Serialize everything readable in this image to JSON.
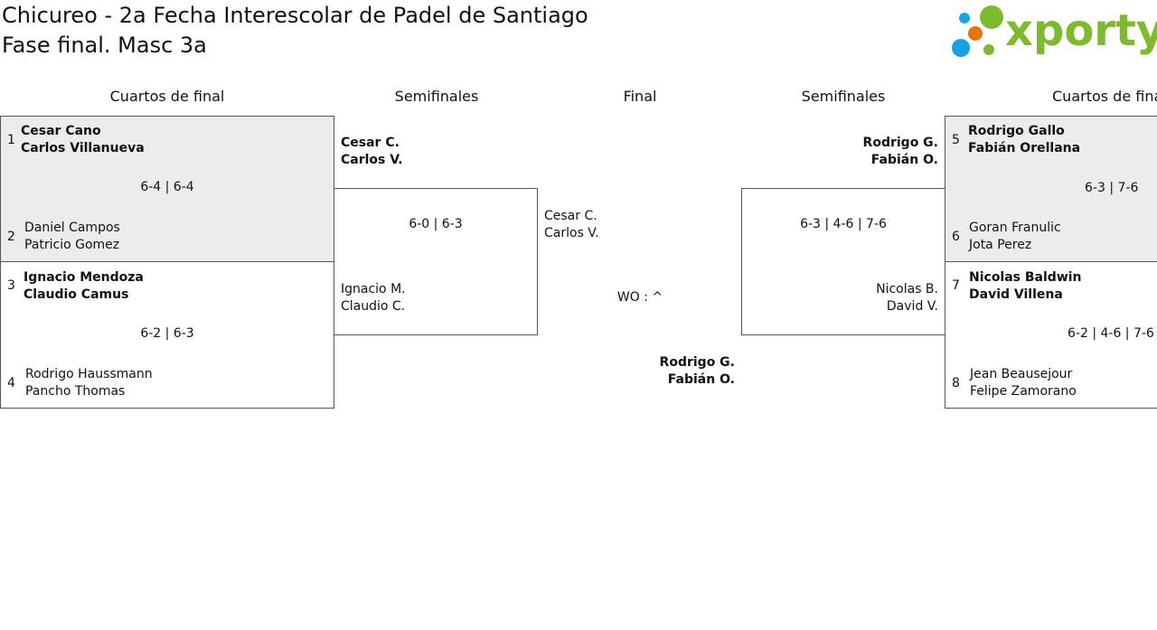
{
  "header": {
    "title": "Chicureo - 2a Fecha Interescolar de Padel de Santiago",
    "subtitle": "Fase final. Masc 3a",
    "logo_text": "xporty",
    "logo_colors": {
      "blue": "#1aa0e8",
      "orange": "#e8740f",
      "green": "#7dba2d"
    }
  },
  "columns": {
    "qf_left": "Cuartos de final",
    "sf_left": "Semifinales",
    "final": "Final",
    "sf_right": "Semifinales",
    "qf_right": "Cuartos de final"
  },
  "quarterfinals": [
    {
      "seed_top": "1",
      "top": [
        "Cesar Cano",
        "Carlos Villanueva"
      ],
      "score": "6-4 | 6-4",
      "seed_bottom": "2",
      "bottom": [
        "Daniel Campos",
        "Patricio Gomez"
      ]
    },
    {
      "seed_top": "3",
      "top": [
        "Ignacio Mendoza",
        "Claudio Camus"
      ],
      "score": "6-2 | 6-3",
      "seed_bottom": "4",
      "bottom": [
        "Rodrigo Haussmann",
        "Pancho Thomas"
      ]
    },
    {
      "seed_top": "5",
      "top": [
        "Rodrigo Gallo",
        "Fabián Orellana"
      ],
      "score": "6-3 | 7-6",
      "seed_bottom": "6",
      "bottom": [
        "Goran Franulic",
        "Jota Perez"
      ]
    },
    {
      "seed_top": "7",
      "top": [
        "Nicolas Baldwin",
        "David Villena"
      ],
      "score": "6-2 | 4-6 | 7-6",
      "seed_bottom": "8",
      "bottom": [
        "Jean Beausejour",
        "Felipe Zamorano"
      ]
    }
  ],
  "semifinals": [
    {
      "top": [
        "Cesar C.",
        "Carlos V."
      ],
      "score": "6-0 | 6-3",
      "bottom": [
        "Ignacio M.",
        "Claudio C."
      ]
    },
    {
      "top": [
        "Rodrigo G.",
        "Fabián O."
      ],
      "score": "6-3 | 4-6 | 7-6",
      "bottom": [
        "Nicolas B.",
        "David V."
      ]
    }
  ],
  "final": {
    "top": [
      "Cesar C.",
      "Carlos V."
    ],
    "score": "WO : ^",
    "bottom": [
      "Rodrigo G.",
      "Fabián O."
    ]
  }
}
